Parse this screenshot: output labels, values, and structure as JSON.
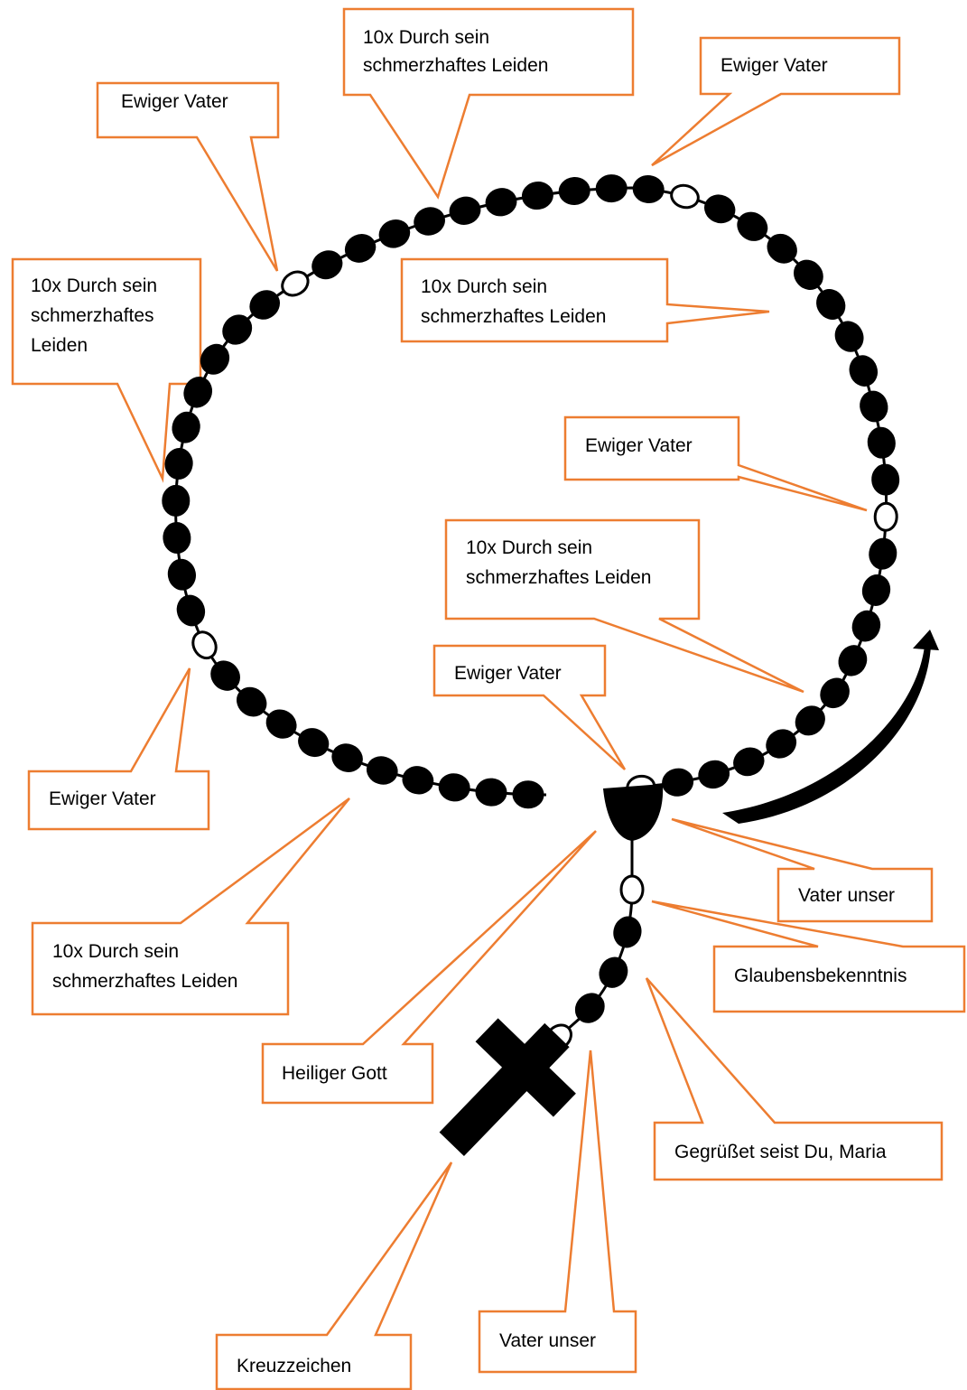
{
  "colors": {
    "callout_border": "#ED7D31",
    "callout_fill": "#FFFFFF",
    "bead_fill": "#000000",
    "chain": "#000000",
    "arrow": "#000000"
  },
  "icons": {
    "cross": "cross-icon",
    "medal": "medal-icon",
    "direction_arrow": "curved-arrow-icon"
  },
  "callouts": [
    {
      "id": "ewiger-vater-top-left",
      "lines": [
        "Ewiger Vater"
      ]
    },
    {
      "id": "durch-sein-leiden-top",
      "lines": [
        "10x Durch sein",
        "schmerzhaftes Leiden"
      ]
    },
    {
      "id": "ewiger-vater-top-right",
      "lines": [
        "Ewiger Vater"
      ]
    },
    {
      "id": "durch-sein-leiden-left",
      "lines": [
        "10x Durch sein",
        "schmerzhaftes",
        "Leiden"
      ]
    },
    {
      "id": "durch-sein-leiden-center",
      "lines": [
        "10x Durch sein",
        "schmerzhaftes Leiden"
      ]
    },
    {
      "id": "ewiger-vater-right",
      "lines": [
        "Ewiger Vater"
      ]
    },
    {
      "id": "durch-sein-leiden-right",
      "lines": [
        "10x Durch sein",
        "schmerzhaftes Leiden"
      ]
    },
    {
      "id": "ewiger-vater-center",
      "lines": [
        "Ewiger Vater"
      ]
    },
    {
      "id": "ewiger-vater-left",
      "lines": [
        "Ewiger Vater"
      ]
    },
    {
      "id": "vater-unser-right",
      "lines": [
        "Vater unser"
      ]
    },
    {
      "id": "glaubensbekenntnis",
      "lines": [
        "Glaubensbekenntnis"
      ]
    },
    {
      "id": "durch-sein-leiden-bottom",
      "lines": [
        "10x Durch sein",
        "schmerzhaftes Leiden"
      ]
    },
    {
      "id": "heiliger-gott",
      "lines": [
        "Heiliger Gott"
      ]
    },
    {
      "id": "gegruesset-seist-du-maria",
      "lines": [
        "Gegrüßet seist Du, Maria"
      ]
    },
    {
      "id": "vater-unser-bottom",
      "lines": [
        "Vater unser"
      ]
    },
    {
      "id": "kreuzzeichen",
      "lines": [
        "Kreuzzeichen"
      ]
    }
  ]
}
